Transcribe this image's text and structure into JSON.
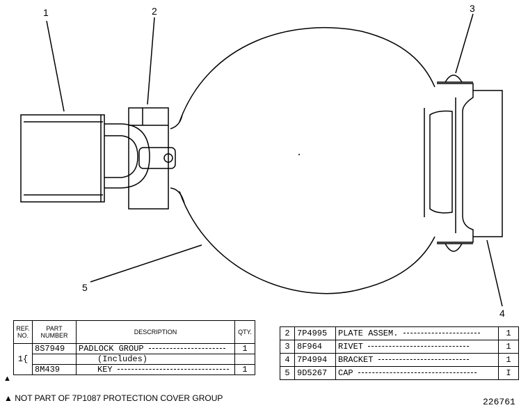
{
  "callouts": {
    "c1": "1",
    "c2": "2",
    "c3": "3",
    "c4": "4",
    "c5": "5"
  },
  "left_table": {
    "headers": {
      "ref_no": "REF. NO.",
      "part_number": "PART NUMBER",
      "description": "DESCRIPTION",
      "qty": "QTY."
    },
    "group_ref": "1",
    "rows": [
      {
        "part": "8S7949",
        "description": "PADLOCK GROUP",
        "qty": "1"
      },
      {
        "part": "",
        "description": "(Includes)",
        "qty": ""
      },
      {
        "part": "8M439",
        "description": "KEY",
        "qty": "1"
      }
    ],
    "marker": "▲"
  },
  "right_table": {
    "rows": [
      {
        "ref": "2",
        "part": "7P4995",
        "description": "PLATE ASSEM.",
        "qty": "1"
      },
      {
        "ref": "3",
        "part": "8F964",
        "description": "RIVET",
        "qty": "1"
      },
      {
        "ref": "4",
        "part": "7P4994",
        "description": "BRACKET",
        "qty": "1"
      },
      {
        "ref": "5",
        "part": "9D5267",
        "description": "CAP",
        "qty": "I"
      }
    ]
  },
  "footnote": "▲ NOT PART OF 7P1087 PROTECTION COVER GROUP",
  "figure_number": "226761"
}
